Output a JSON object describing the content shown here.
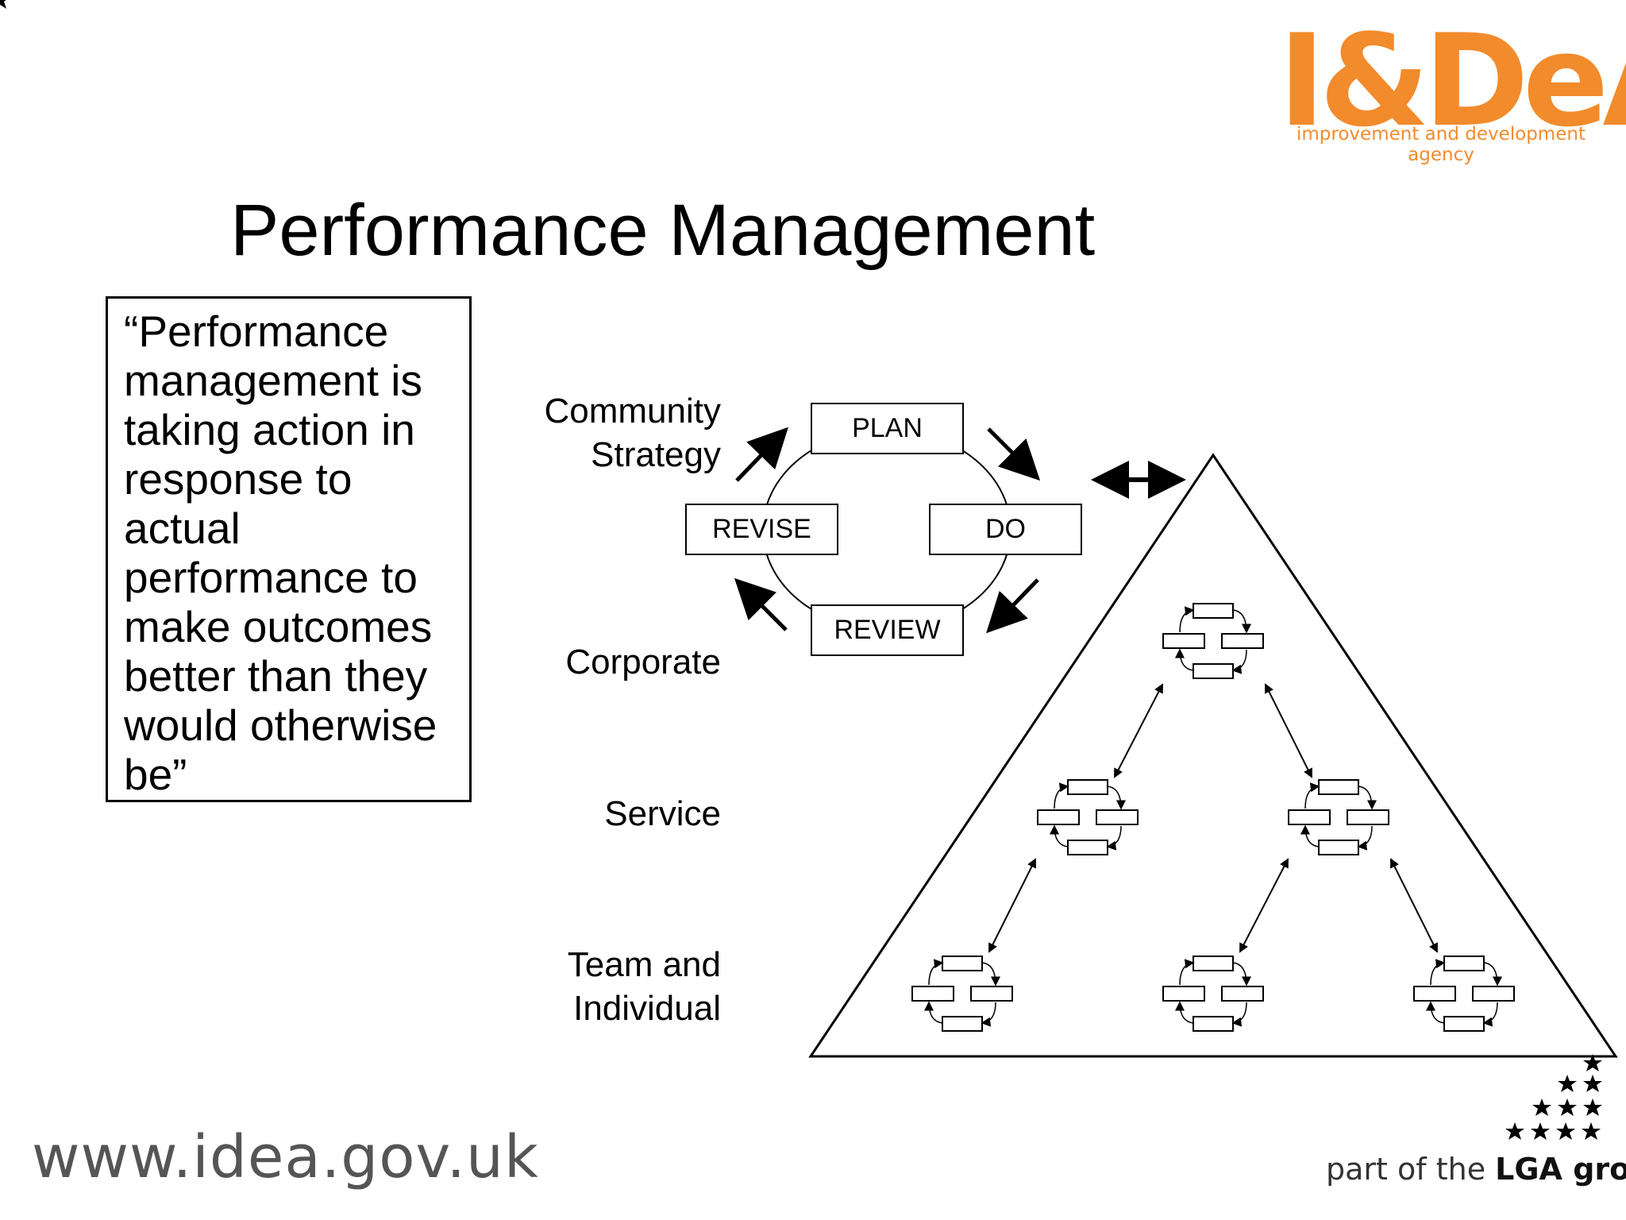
{
  "logo": {
    "mark": "I&DeA",
    "tagline": "improvement and development agency",
    "brand_color": "#f28b2c"
  },
  "title": "Performance Management",
  "quote": "“Performance management is taking action in response to actual performance to make outcomes better than they would otherwise be”",
  "levels": {
    "community": [
      "Community",
      "Strategy"
    ],
    "corporate": "Corporate",
    "service": "Service",
    "team": [
      "Team and",
      "Individual"
    ]
  },
  "cycle": {
    "plan": "PLAN",
    "do": "DO",
    "review": "REVIEW",
    "revise": "REVISE"
  },
  "footer": {
    "url": "www.idea.gov.uk",
    "lga_prefix": "part of the ",
    "lga_bold": "LGA group"
  },
  "icons": [
    "stars-icon",
    "mini-cycle-icon"
  ]
}
